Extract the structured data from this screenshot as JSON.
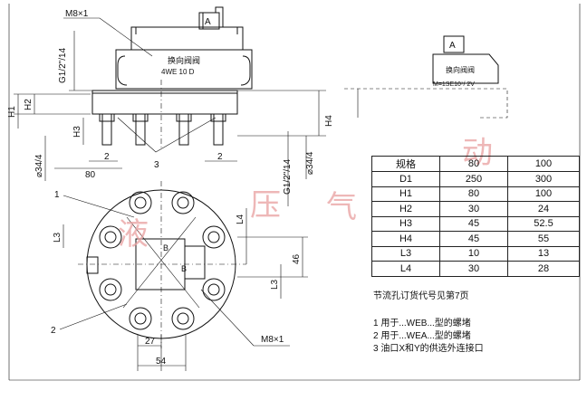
{
  "labels": {
    "m8x1_top": "M8×1",
    "m8x1_bottom": "M8×1",
    "g14_side": "G1/2\"/14",
    "g14_right": "G1/2\"/14",
    "dia34_left": "⌀34/4",
    "dia34_right": "⌀34/4",
    "valve_cn": "换向阀阀",
    "valve_model": "4WE 10 D",
    "valve_cn_right": "换向阀阀",
    "valve_model_right": "M=1SE10⁷/ 2V",
    "ab_left": "A",
    "ab_right": "A",
    "b_left": "B",
    "b_right": "B",
    "H1": "H1",
    "H2": "H2",
    "H3": "H3",
    "H4": "H4",
    "L3_left": "L3",
    "L3_right": "L3",
    "L4": "L4",
    "dim_2_left": "2",
    "dim_2_right": "2",
    "dim_80": "80",
    "dim_3": "3",
    "dim_27": "27",
    "dim_54": "54",
    "dim_46": "46",
    "callout_1": "1",
    "callout_2": "2"
  },
  "watermark": [
    "液",
    "压",
    "气",
    "动"
  ],
  "table": {
    "header": [
      "规格",
      "80",
      "100"
    ],
    "rows": [
      [
        "D1",
        "250",
        "300"
      ],
      [
        "H1",
        "80",
        "100"
      ],
      [
        "H2",
        "30",
        "24"
      ],
      [
        "H3",
        "45",
        "52.5"
      ],
      [
        "H4",
        "45",
        "55"
      ],
      [
        "L3",
        "10",
        "13"
      ],
      [
        "L4",
        "30",
        "28"
      ]
    ]
  },
  "notes": {
    "throttle": "节流孔订货代号见第7页",
    "note1": "1 用于...WEB...型的螺堵",
    "note2": "2 用于...WEA...型的螺堵",
    "note3": "3 油口X和Y的供选外连接口"
  },
  "colors": {
    "ink": "#111111",
    "watermark": "#e9a0a0"
  }
}
